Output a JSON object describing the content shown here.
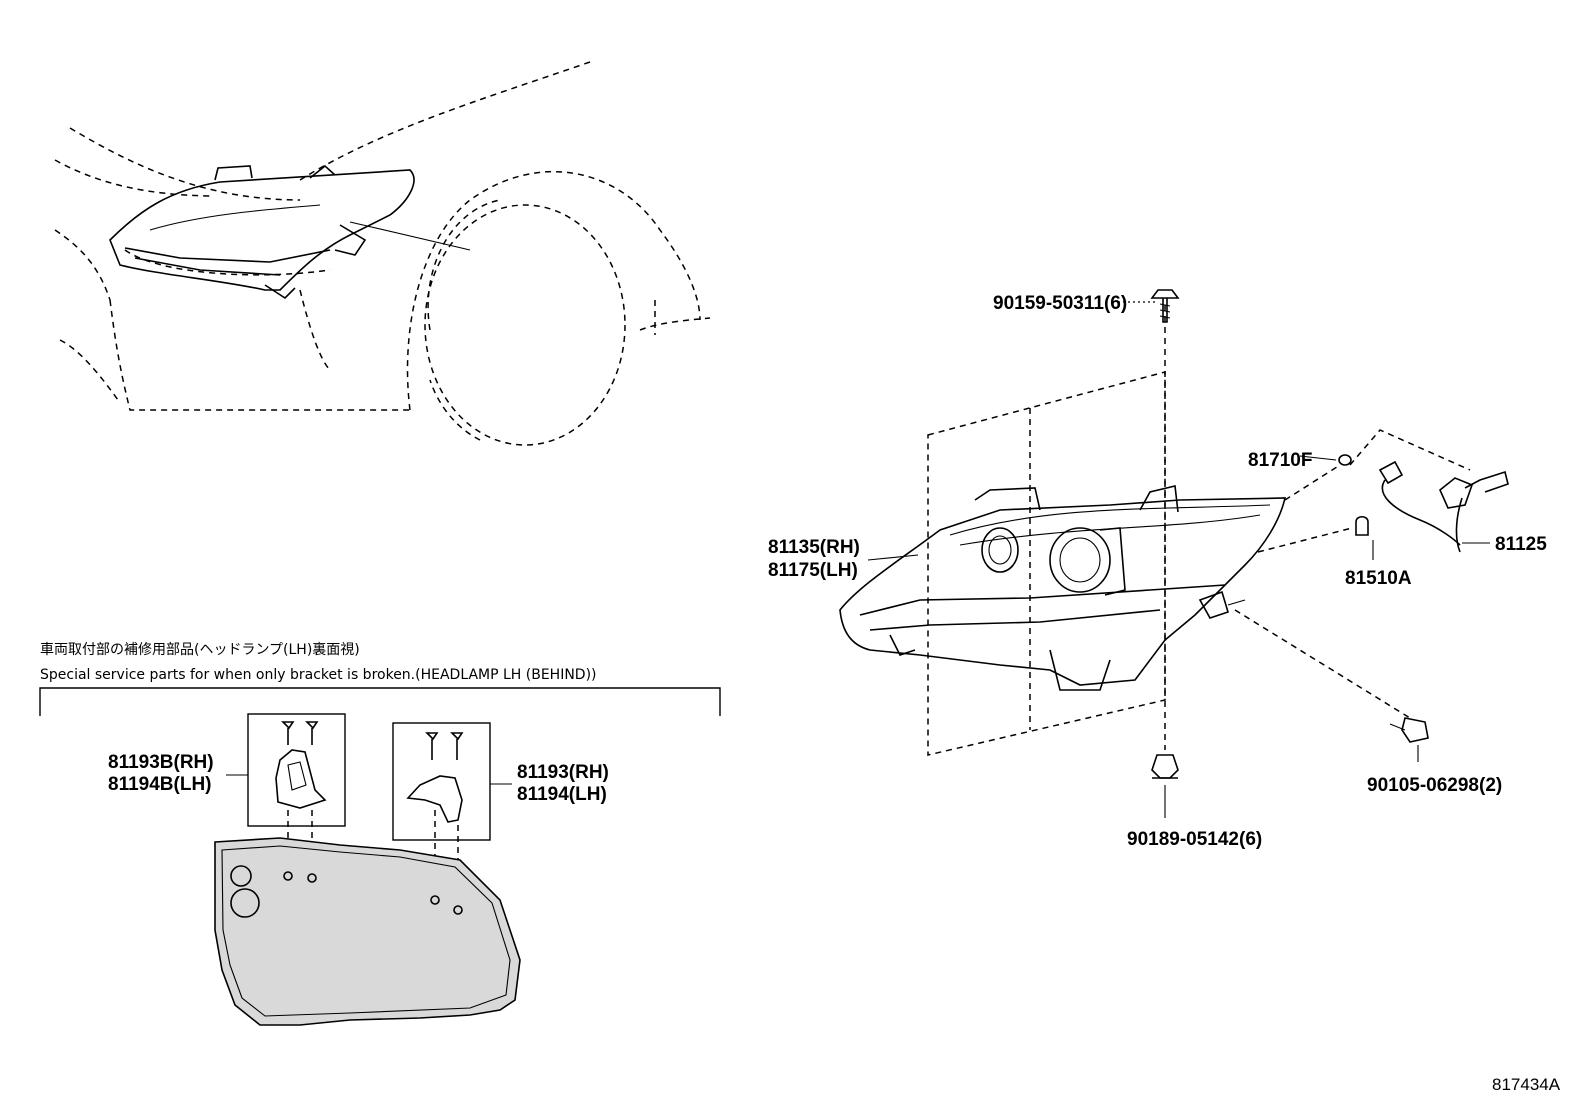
{
  "diagram": {
    "part_labels": {
      "p90159": "90159-50311(6)",
      "p81710F": "81710F",
      "p81135": "81135(RH)",
      "p81175": "81175(LH)",
      "p81125": "81125",
      "p81510A": "81510A",
      "p90105": "90105-06298(2)",
      "p90189": "90189-05142(6)",
      "p81193B": "81193B(RH)",
      "p81194B": "81194B(LH)",
      "p81193": "81193(RH)",
      "p81194": "81194(LH)"
    },
    "notes": {
      "jp": "車両取付部の補修用部品(ヘッドランプ(LH)裏面視)",
      "en": "Special service parts for when only bracket is broken.(HEADLAMP LH (BEHIND))"
    },
    "figure_id": "817434A"
  }
}
